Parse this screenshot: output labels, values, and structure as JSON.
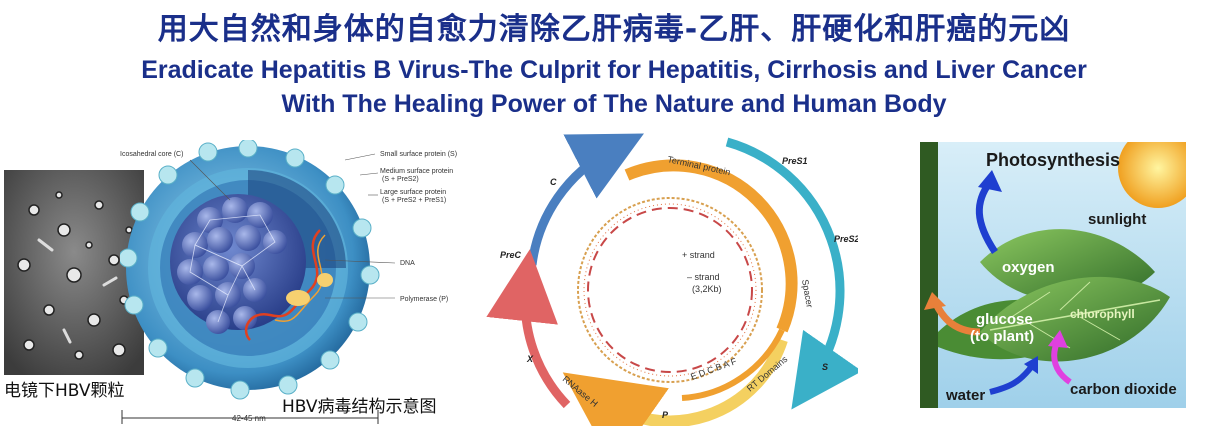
{
  "titles": {
    "zh": "用大自然和身体的自愈力清除乙肝病毒-乙肝、肝硬化和肝癌的元凶",
    "en_line1": "Eradicate Hepatitis B Virus-The Culprit for Hepatitis, Cirrhosis and Liver Cancer",
    "en_line2": "With The Healing Power of The Nature and Human Body"
  },
  "virus_panel": {
    "em_caption": "电镜下HBV颗粒",
    "structure_caption": "HBV病毒结构示意图",
    "labels": {
      "core": "Icosahedral core (C)",
      "small": "Small surface protein (S)",
      "medium": "Medium surface protein",
      "medium_sub": "(S + PreS2)",
      "large": "Large surface protein",
      "large_sub": "(S + PreS2 + PreS1)",
      "dna": "DNA",
      "polymerase": "Polymerase (P)"
    },
    "scale": "42-45 nm"
  },
  "genome_panel": {
    "labels": {
      "terminal": "Terminal protein",
      "pres1": "PreS1",
      "pres2": "PreS2",
      "spacer": "Spacer",
      "s": "S",
      "rt": "RT Domains",
      "p": "P",
      "rnase": "RNAase H",
      "x": "X",
      "prec": "PreC",
      "c": "C",
      "plus": "+ strand",
      "minus": "– strand",
      "size": "(3,2Kb)",
      "domains": "E D C B A F"
    },
    "colors": {
      "blue": "#4a7fc0",
      "teal": "#3ab0c8",
      "red": "#e06464",
      "orange": "#f0a030",
      "yellow": "#f4d060"
    }
  },
  "photo_panel": {
    "title": "Photosynthesis",
    "sunlight": "sunlight",
    "oxygen": "oxygen",
    "glucose": "glucose",
    "glucose_sub": "(to plant)",
    "chlorophyll": "chlorophyll",
    "water": "water",
    "co2": "carbon dioxide"
  }
}
